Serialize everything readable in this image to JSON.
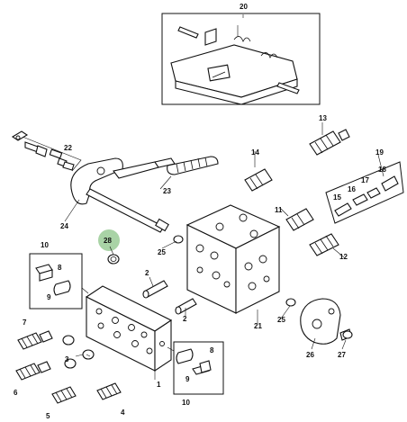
{
  "diagram": {
    "callouts": {
      "c1": "1",
      "c2a": "2",
      "c2b": "2",
      "c3": "3",
      "c4": "4",
      "c5": "5",
      "c6": "6",
      "c7": "7",
      "c8a": "8",
      "c8b": "8",
      "c9a": "9",
      "c9b": "9",
      "c10a": "10",
      "c10b": "10",
      "c11": "11",
      "c12": "12",
      "c13": "13",
      "c14": "14",
      "c15": "15",
      "c16": "16",
      "c17": "17",
      "c18": "18",
      "c19": "19",
      "c20": "20",
      "c21": "21",
      "c22": "22",
      "c23": "23",
      "c24": "24",
      "c25a": "25",
      "c25b": "25",
      "c26": "26",
      "c27": "27",
      "c28": "28"
    },
    "highlight_color": "#a9d3a6",
    "line_color": "#111111"
  }
}
